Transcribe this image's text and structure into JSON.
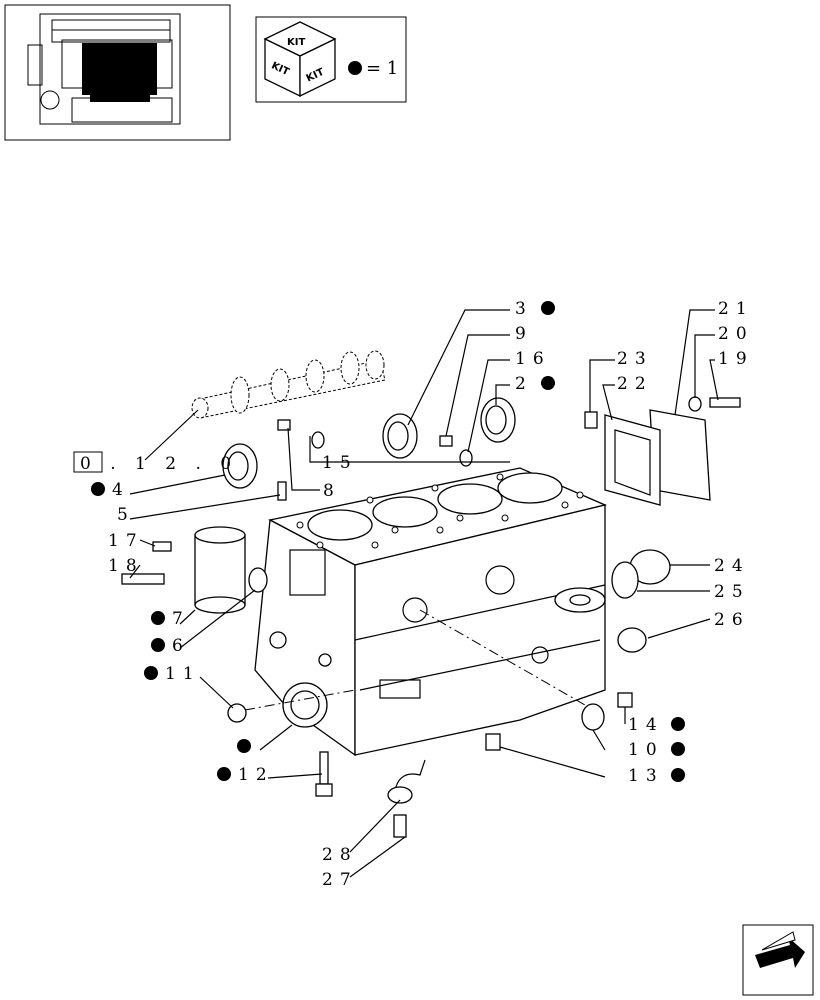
{
  "kit_legend": {
    "word": "KIT",
    "equals_text": "= 1"
  },
  "reference_label": "0 . 1 2 . 0",
  "callouts": [
    {
      "id": "3",
      "text": "3",
      "kit": true
    },
    {
      "id": "9",
      "text": "9",
      "kit": false
    },
    {
      "id": "16",
      "text": "16",
      "kit": false
    },
    {
      "id": "2",
      "text": "2",
      "kit": true
    },
    {
      "id": "15",
      "text": "15",
      "kit": false
    },
    {
      "id": "8",
      "text": "8",
      "kit": false
    },
    {
      "id": "4",
      "text": "4",
      "kit": true
    },
    {
      "id": "5",
      "text": "5",
      "kit": false
    },
    {
      "id": "17",
      "text": "17",
      "kit": false
    },
    {
      "id": "18",
      "text": "18",
      "kit": false
    },
    {
      "id": "7",
      "text": "7",
      "kit": true
    },
    {
      "id": "6",
      "text": "6",
      "kit": true
    },
    {
      "id": "11",
      "text": "11",
      "kit": true
    },
    {
      "id": "1",
      "text": "",
      "kit": true
    },
    {
      "id": "12",
      "text": "12",
      "kit": true
    },
    {
      "id": "28",
      "text": "28",
      "kit": false
    },
    {
      "id": "27",
      "text": "27",
      "kit": false
    },
    {
      "id": "21",
      "text": "21",
      "kit": false
    },
    {
      "id": "20",
      "text": "20",
      "kit": false
    },
    {
      "id": "19",
      "text": "19",
      "kit": false
    },
    {
      "id": "23",
      "text": "23",
      "kit": false
    },
    {
      "id": "22",
      "text": "22",
      "kit": false
    },
    {
      "id": "24",
      "text": "24",
      "kit": false
    },
    {
      "id": "25",
      "text": "25",
      "kit": false
    },
    {
      "id": "26",
      "text": "26",
      "kit": false
    },
    {
      "id": "14",
      "text": "14",
      "kit": true
    },
    {
      "id": "10",
      "text": "10",
      "kit": true
    },
    {
      "id": "13",
      "text": "13",
      "kit": true
    }
  ],
  "icons": {
    "thumbnail": "engine-thumbnail-icon",
    "kit": "kit-cube-icon",
    "navigation": "next-page-arrow-icon"
  }
}
